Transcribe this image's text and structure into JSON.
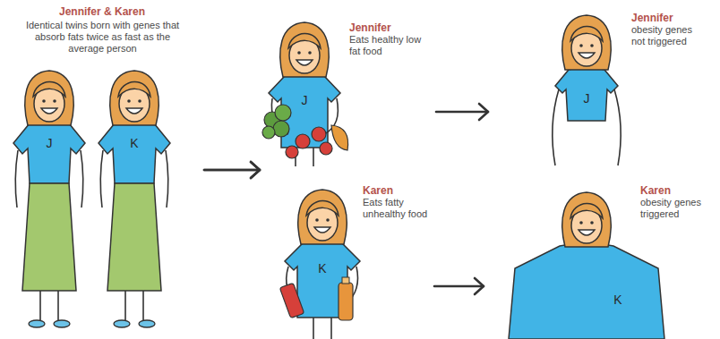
{
  "diagram": {
    "nodes": [
      {
        "text": [
          "Jennifer & Karen",
          "Identical twins born with genes that absorb fats twice as fast as the average person",
          "J",
          "K"
        ]
      },
      {
        "text": [
          "Jennifer",
          "Eats healthy low fat food",
          "J"
        ]
      },
      {
        "text": [
          "Jennifer",
          "obesity genes not triggered",
          "J"
        ]
      },
      {
        "text": [
          "Karen",
          "Eats fatty unhealthy food",
          "K"
        ]
      },
      {
        "text": [
          "Karen",
          "obesity genes triggered",
          "K"
        ]
      }
    ],
    "edges": [
      {
        "from": 0,
        "to": 1,
        "arrow": "to"
      },
      {
        "from": 0,
        "to": 3,
        "arrow": "to"
      },
      {
        "from": 1,
        "to": 2,
        "arrow": "to"
      },
      {
        "from": 3,
        "to": 4,
        "arrow": "to"
      }
    ]
  }
}
